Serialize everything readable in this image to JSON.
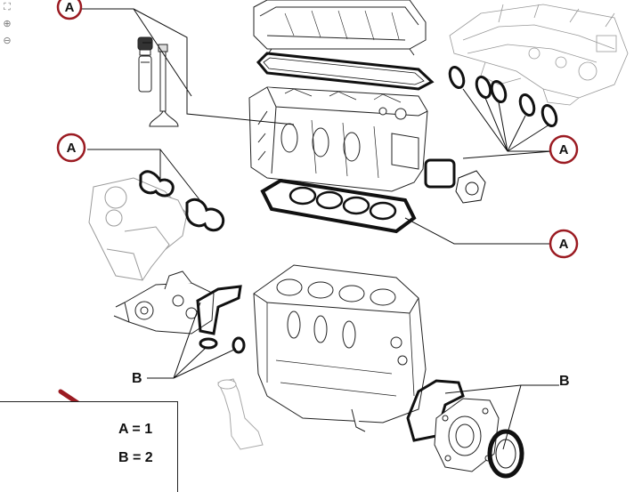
{
  "zoom_tools": [
    {
      "name": "fit-icon",
      "glyph": "⛶"
    },
    {
      "name": "zoom-in-icon",
      "glyph": "⊕"
    },
    {
      "name": "zoom-out-icon",
      "glyph": "⊖"
    }
  ],
  "callouts": {
    "a_top": "A",
    "a_left": "A",
    "a_right_upper": "A",
    "a_right_lower": "A",
    "b_left": "B",
    "b_right": "B"
  },
  "legend": {
    "line_a": "A = 1",
    "line_b": "B = 2"
  },
  "colors": {
    "callout_ring": "#9b1b22",
    "arrow": "#9b1b22",
    "lines": "#111111",
    "gasket": "#111111",
    "faded_part": "#b8b8b8"
  }
}
